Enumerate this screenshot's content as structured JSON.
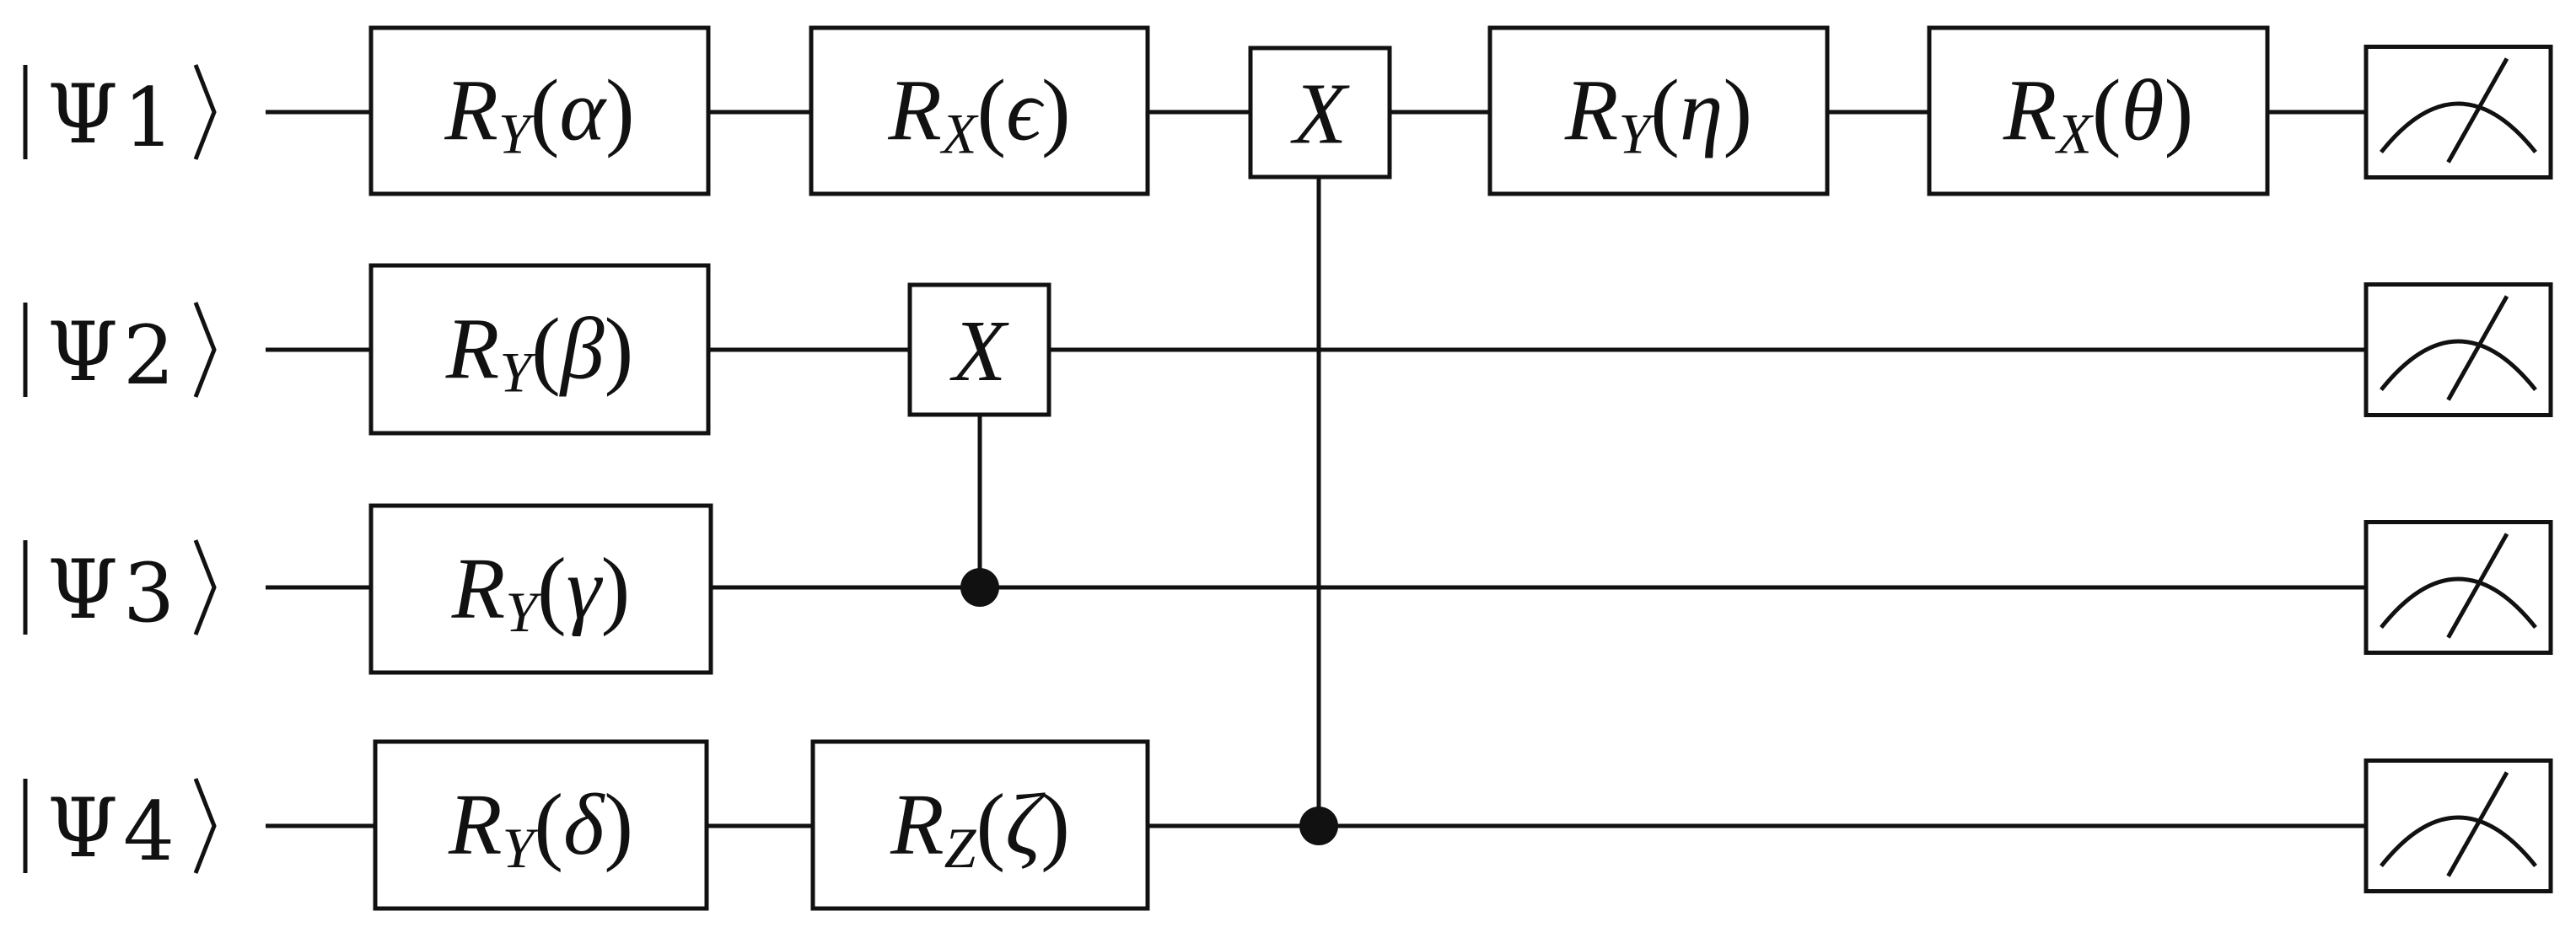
{
  "diagram": {
    "type": "quantum-circuit",
    "qubits": [
      {
        "id": "q1",
        "state": "Ψ",
        "index": "1"
      },
      {
        "id": "q2",
        "state": "Ψ",
        "index": "2"
      },
      {
        "id": "q3",
        "state": "Ψ",
        "index": "3"
      },
      {
        "id": "q4",
        "state": "Ψ",
        "index": "4"
      }
    ],
    "gates": [
      {
        "id": "ry-alpha",
        "qubit": 1,
        "op": "R",
        "sub": "Y",
        "param": "α"
      },
      {
        "id": "rx-epsilon",
        "qubit": 1,
        "op": "R",
        "sub": "X",
        "param": "ϵ"
      },
      {
        "id": "ry-eta",
        "qubit": 1,
        "op": "R",
        "sub": "Y",
        "param": "η"
      },
      {
        "id": "rx-theta",
        "qubit": 1,
        "op": "R",
        "sub": "X",
        "param": "θ"
      },
      {
        "id": "ry-beta",
        "qubit": 2,
        "op": "R",
        "sub": "Y",
        "param": "β"
      },
      {
        "id": "ry-gamma",
        "qubit": 3,
        "op": "R",
        "sub": "Y",
        "param": "γ"
      },
      {
        "id": "ry-delta",
        "qubit": 4,
        "op": "R",
        "sub": "Y",
        "param": "δ"
      },
      {
        "id": "rz-zeta",
        "qubit": 4,
        "op": "R",
        "sub": "Z",
        "param": "ζ"
      }
    ],
    "controlled_gates": [
      {
        "id": "cnot-3-2",
        "label": "X",
        "control": 3,
        "target": 2
      },
      {
        "id": "cnot-4-1",
        "label": "X",
        "control": 4,
        "target": 1
      }
    ],
    "measurements": [
      {
        "id": "meas-1",
        "qubit": 1
      },
      {
        "id": "meas-2",
        "qubit": 2
      },
      {
        "id": "meas-3",
        "qubit": 3
      },
      {
        "id": "meas-4",
        "qubit": 4
      }
    ]
  }
}
